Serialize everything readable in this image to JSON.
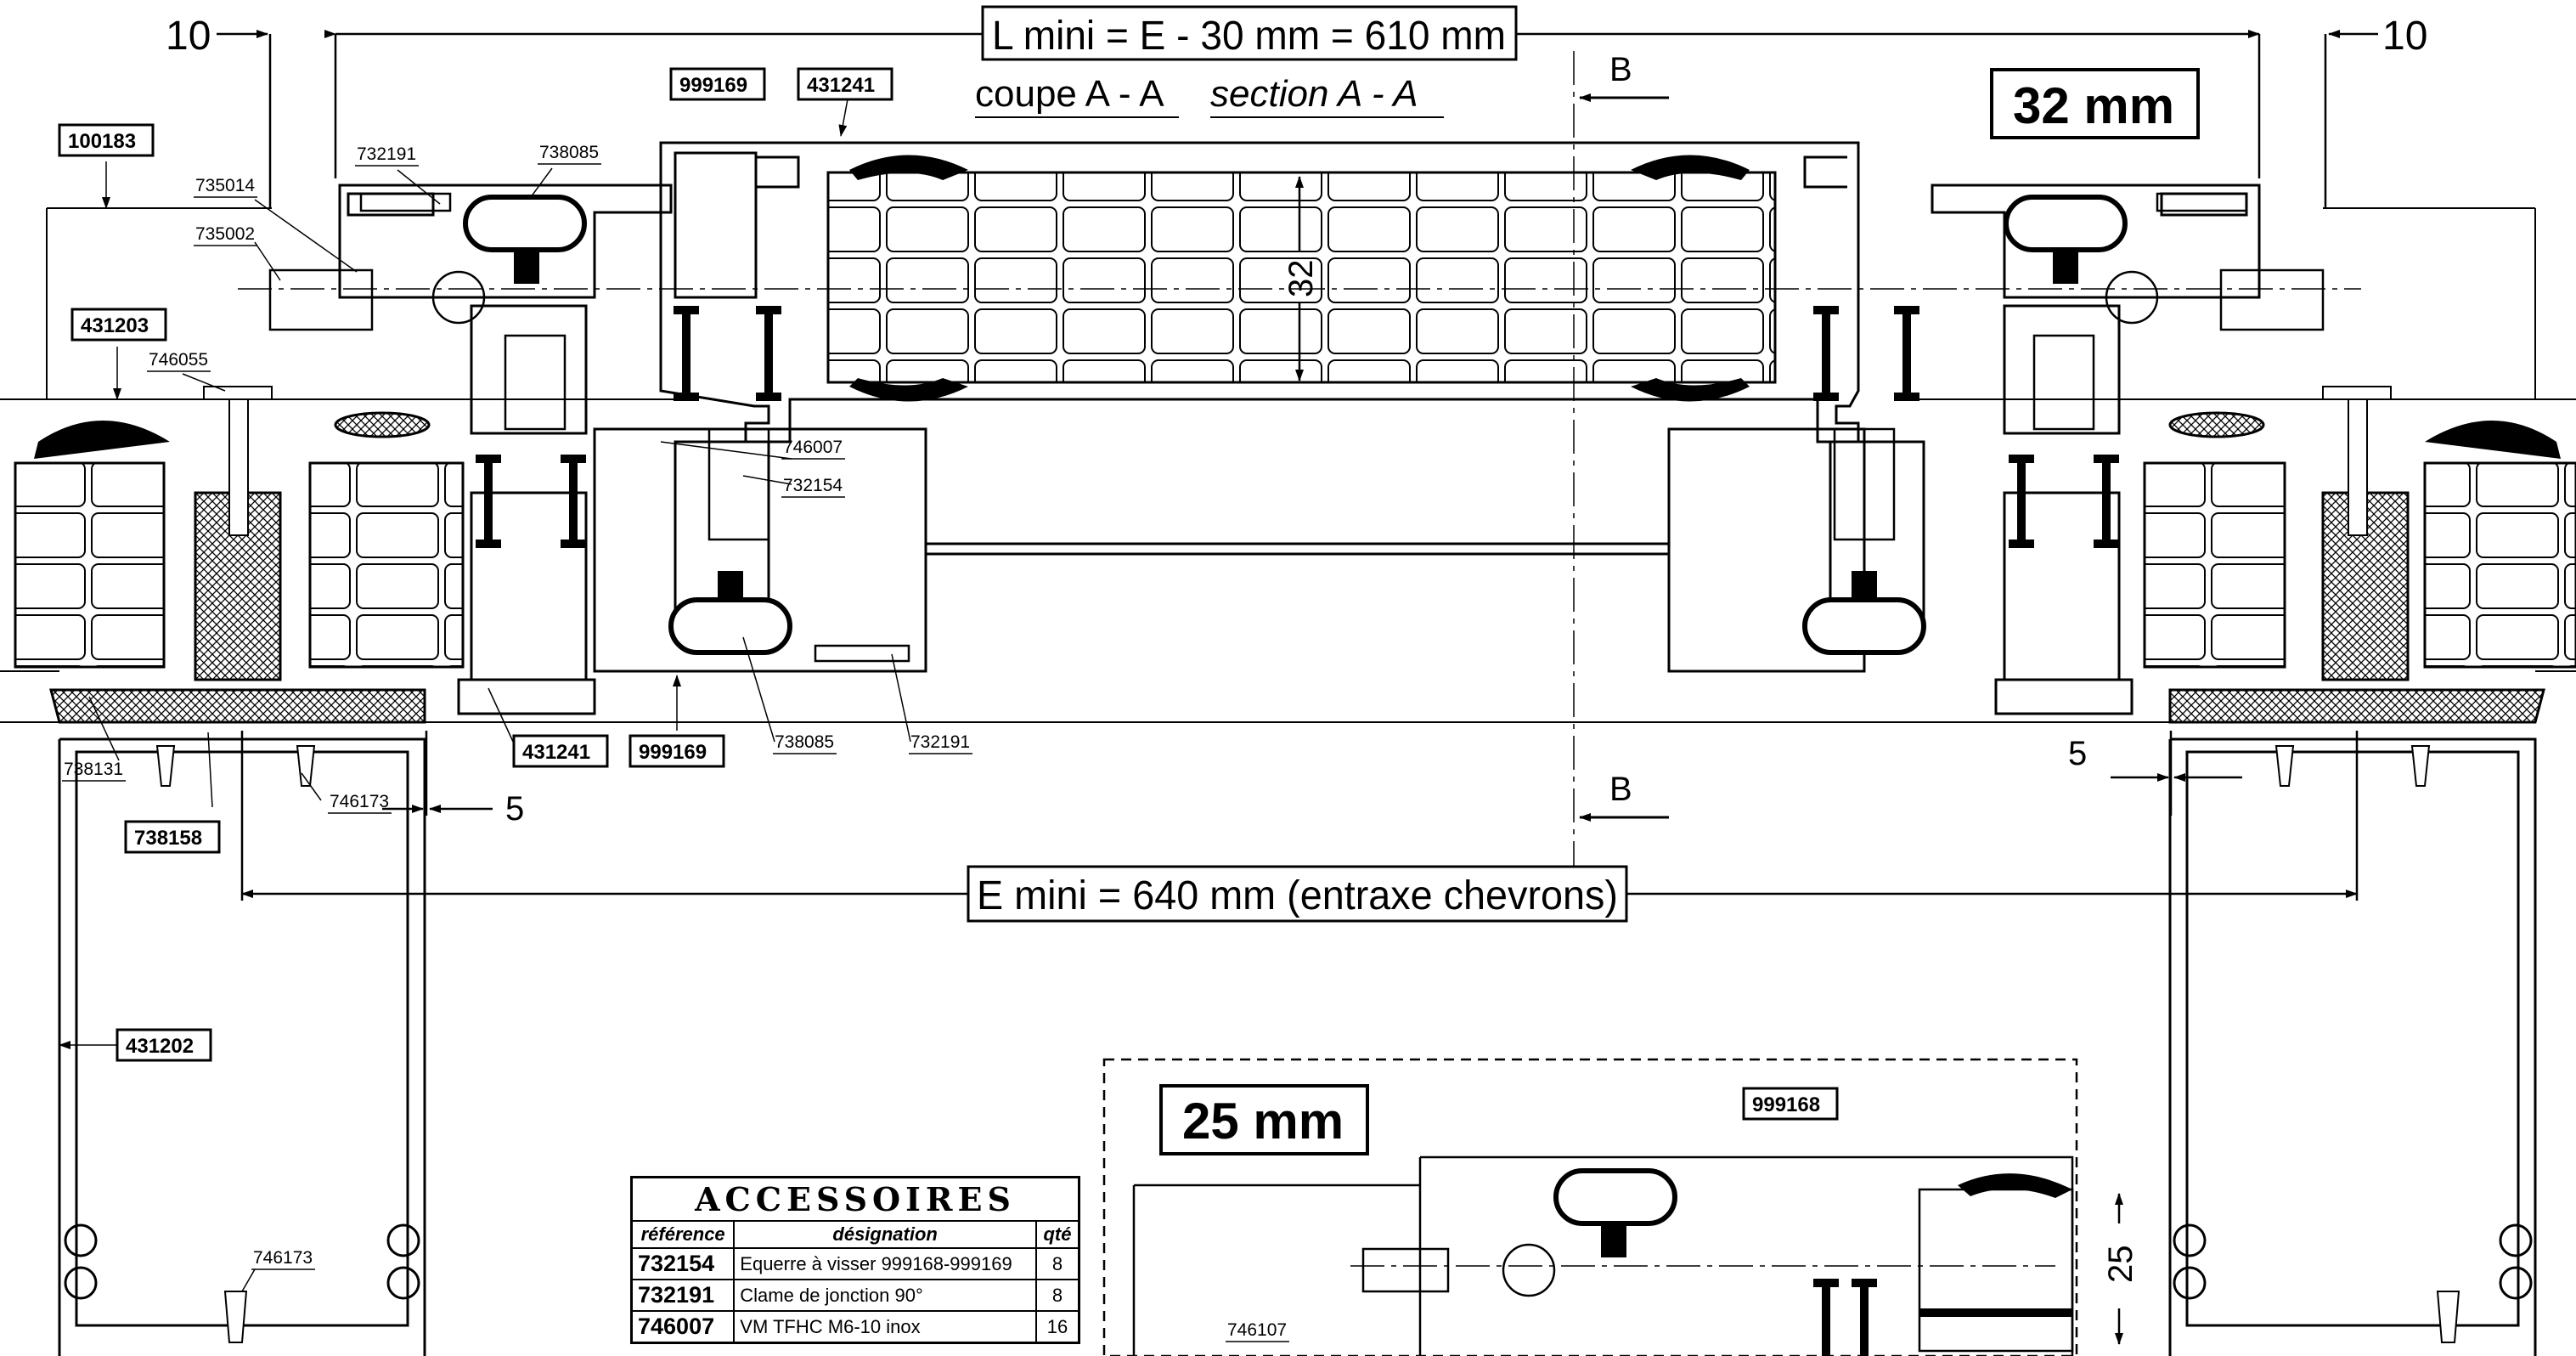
{
  "section_title": {
    "coupe": "coupe A - A",
    "section": "section A - A"
  },
  "section_marker": "B",
  "dimensions": {
    "l_mini": "L mini = E - 30 mm = 610 mm",
    "e_mini": "E mini = 640 mm (entraxe chevrons)",
    "offset_left": "10",
    "offset_right": "10",
    "gap_left": "5",
    "gap_right": "5",
    "glazing_32": "32",
    "glazing_25": "25"
  },
  "thickness_labels": {
    "main": "32 mm",
    "detail": "25 mm"
  },
  "boxed_refs": {
    "r100183": "100183",
    "r999169_top": "999169",
    "r431241_top": "431241",
    "r431203": "431203",
    "r431241_bottom": "431241",
    "r999169_bottom": "999169",
    "r738158": "738158",
    "r431202": "431202",
    "r999168": "999168"
  },
  "part_labels": {
    "p732191_top": "732191",
    "p738085_top": "738085",
    "p735014": "735014",
    "p735002": "735002",
    "p746055": "746055",
    "p746007": "746007",
    "p732154": "732154",
    "p738085_bottom": "738085",
    "p732191_bottom": "732191",
    "p738131": "738131",
    "p746173_a": "746173",
    "p746173_b": "746173",
    "p746107": "746107"
  },
  "accessories": {
    "title": "ACCESSOIRES",
    "headers": {
      "reference": "référence",
      "designation": "désignation",
      "qty": "qté"
    },
    "rows": [
      {
        "reference": "732154",
        "designation": "Equerre à visser 999168-999169",
        "qty": "8"
      },
      {
        "reference": "732191",
        "designation": "Clame de jonction 90°",
        "qty": "8"
      },
      {
        "reference": "746007",
        "designation": "VM TFHC M6-10 inox",
        "qty": "16"
      }
    ]
  }
}
